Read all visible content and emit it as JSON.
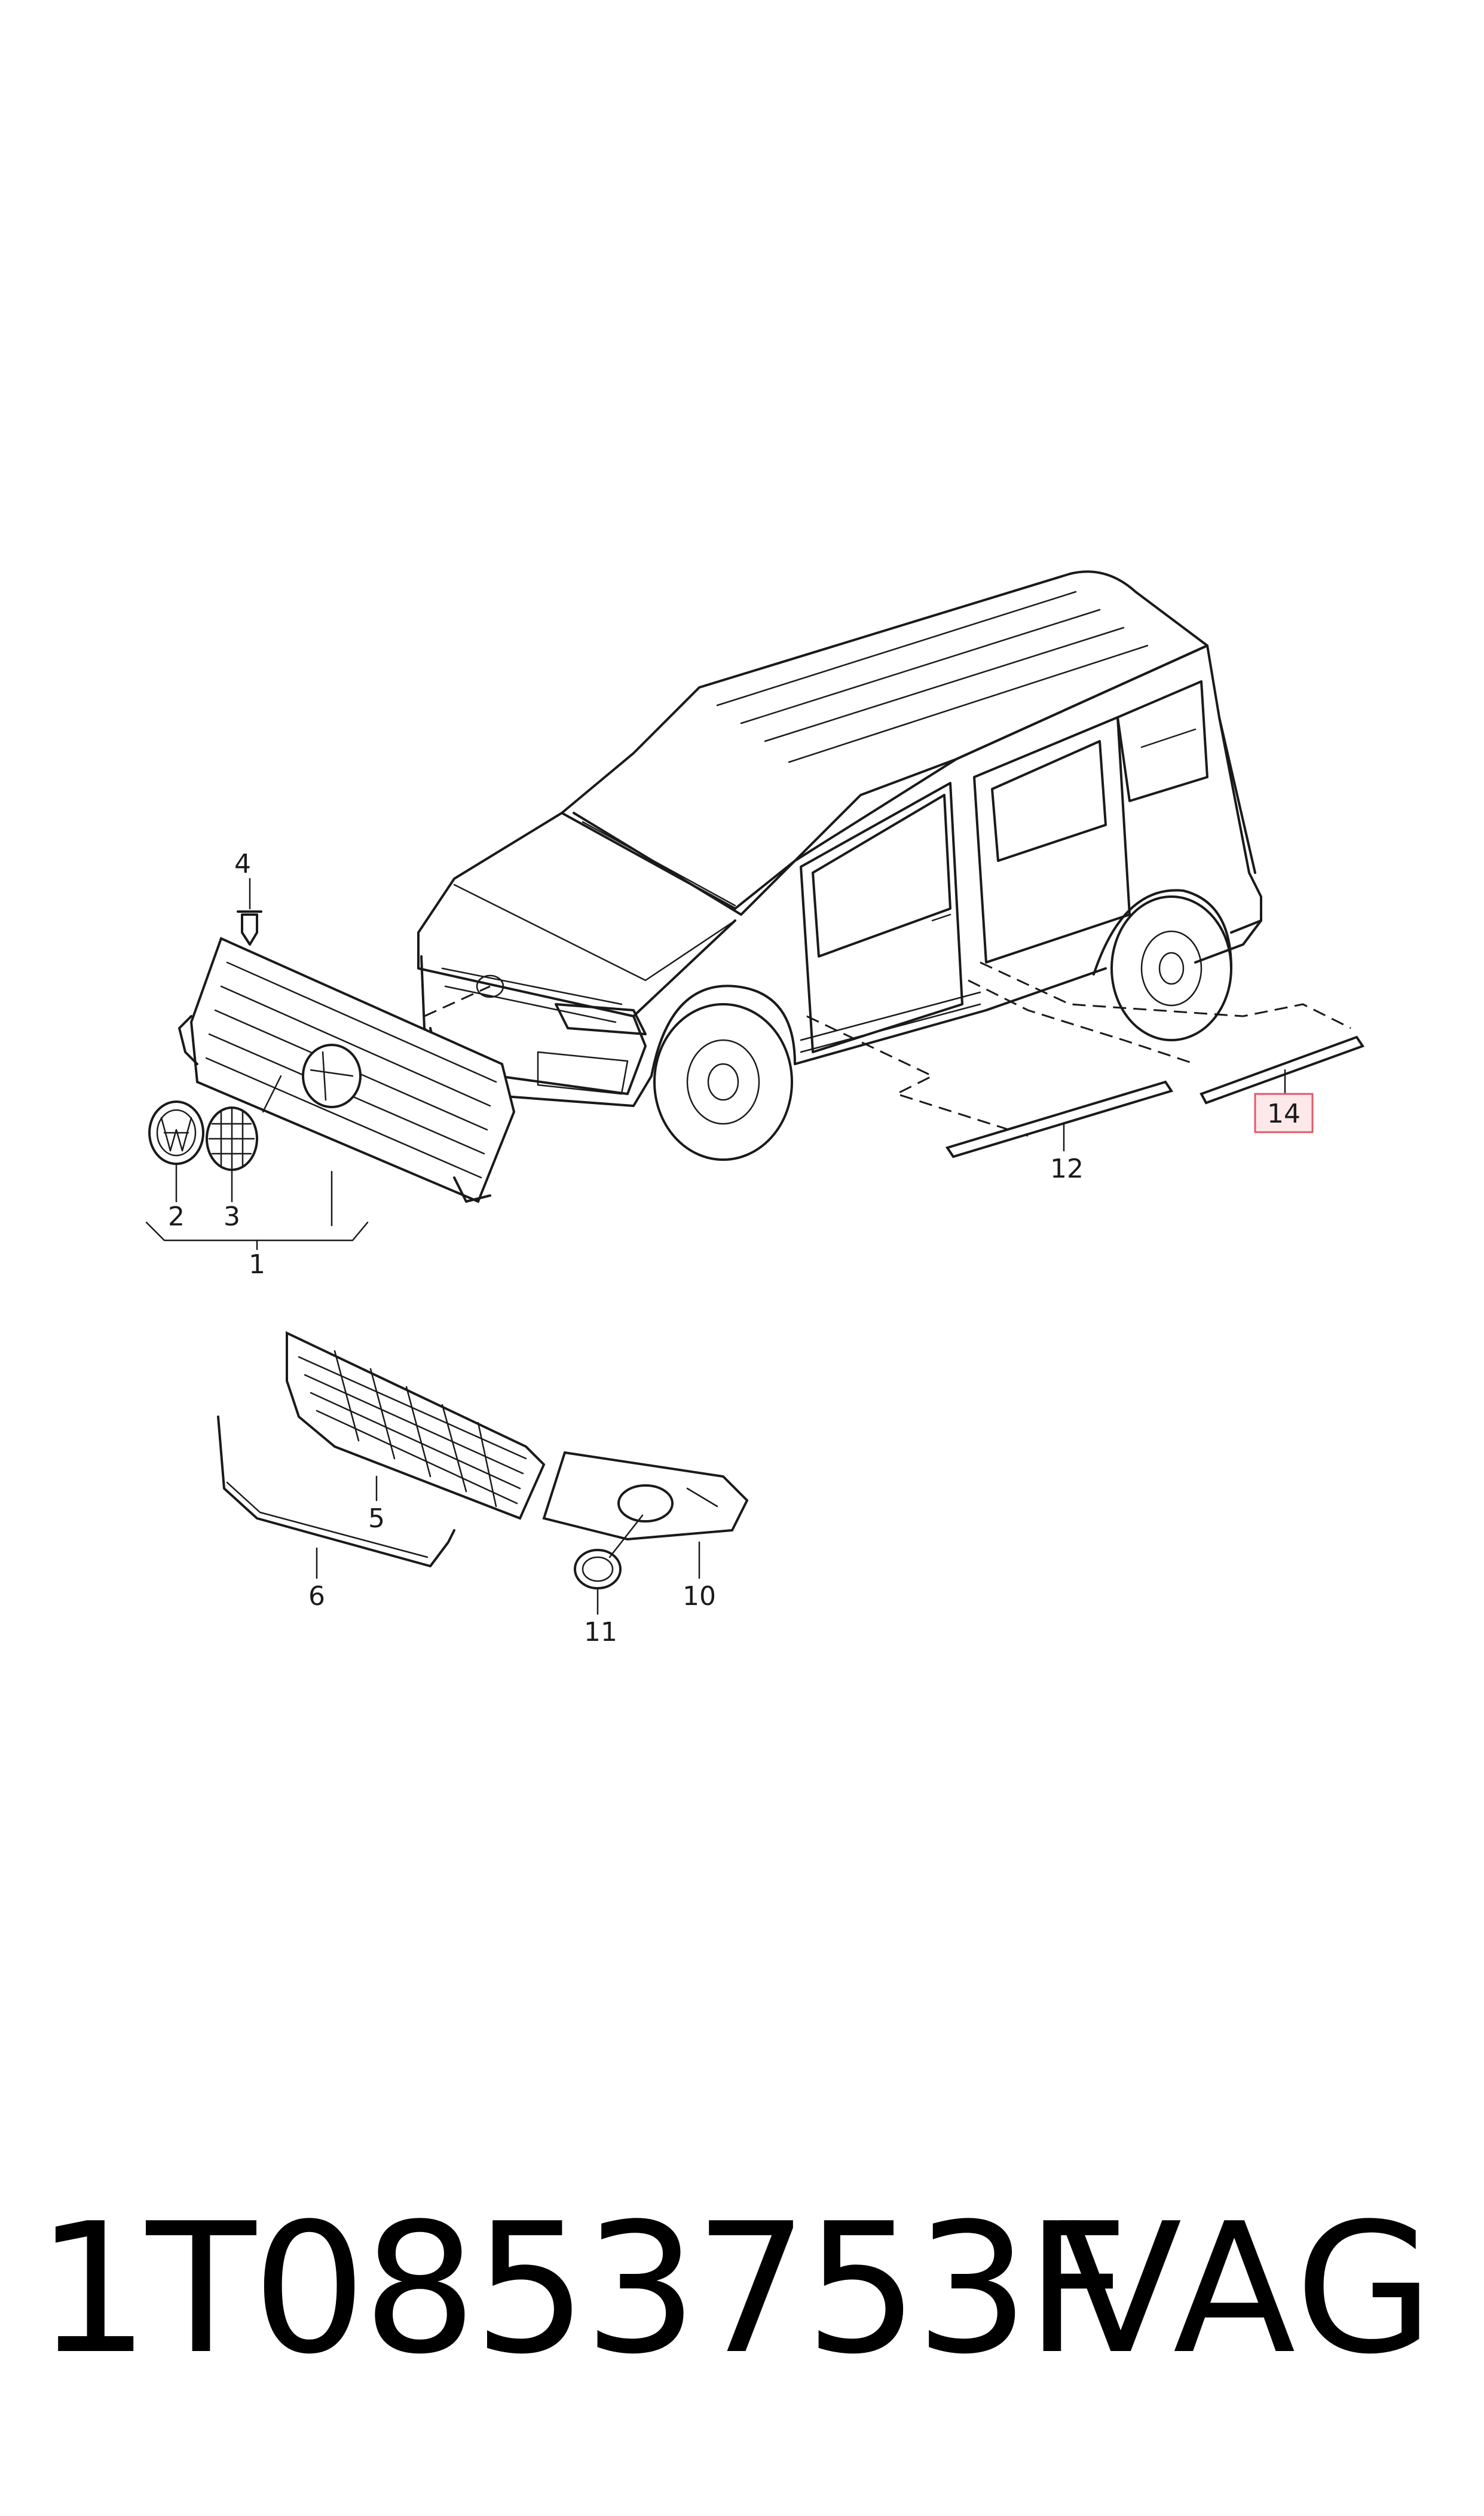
{
  "callouts": {
    "c1": "1",
    "c2": "2",
    "c3": "3",
    "c4": "4",
    "c5": "5",
    "c6": "6",
    "c10": "10",
    "c11": "11",
    "c12": "12",
    "c14": "14"
  },
  "highlighted_callout": "14",
  "highlight_color": "#e05a68",
  "footer": {
    "part_number": "1T0853753F",
    "brand": "VAG"
  }
}
